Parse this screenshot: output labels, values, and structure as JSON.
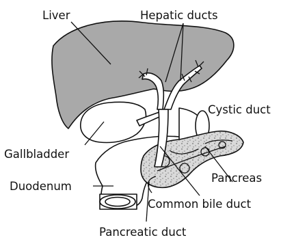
{
  "labels": {
    "liver": "Liver",
    "hepatic_ducts": "Hepatic ducts",
    "cystic_duct": "Cystic duct",
    "gallbladder": "Gallbladder",
    "pancreas": "Pancreas",
    "duodenum": "Duodenum",
    "common_bile_duct": "Common bile duct",
    "pancreatic_duct": "Pancreatic duct"
  },
  "colors": {
    "liver": "#a9a9a9",
    "gallbladder": "#ffffff",
    "pancreas": "#d4d4d4",
    "ducts": "#ffffff",
    "outline": "#111111"
  }
}
